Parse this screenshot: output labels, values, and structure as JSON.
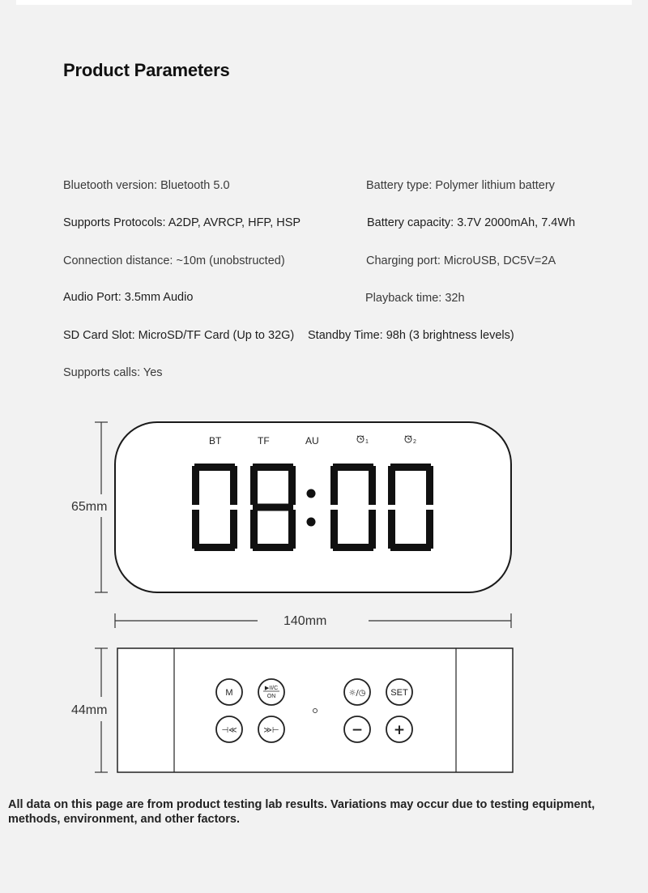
{
  "title": "Product Parameters",
  "params": {
    "bluetooth_version": "Bluetooth version: Bluetooth 5.0",
    "battery_type": "Battery type: Polymer lithium battery",
    "protocols": "Supports Protocols: A2DP, AVRCP, HFP, HSP",
    "battery_capacity": "Battery capacity: 3.7V 2000mAh, 7.4Wh",
    "connection_distance": "Connection distance: ~10m (unobstructed)",
    "charging_port": "Charging port: MicroUSB, DC5V=2A",
    "audio_port": "Audio Port: 3.5mm Audio",
    "playback_time": "Playback time: 32h",
    "sd_card": "SD Card Slot: MicroSD/TF Card (Up to 32G)",
    "standby_time": "Standby Time: 98h (3 brightness levels)",
    "calls": "Supports calls: Yes"
  },
  "front_view": {
    "height_label": "65mm",
    "width_label": "140mm",
    "indicators": [
      "BT",
      "TF",
      "AU"
    ],
    "alarm_icons": [
      "alarm-1-icon",
      "alarm-2-icon"
    ],
    "time_display": "08:00"
  },
  "top_view": {
    "height_label": "44mm",
    "buttons": {
      "mode": "M",
      "play_top": "▶II/C",
      "play_bottom": "ON",
      "prev": "⊣≪",
      "next": "≫⊢",
      "light": "☼/◷",
      "set": "SET",
      "minus": "−",
      "plus": "+"
    }
  },
  "footnote": "All data on this page are from product testing lab results. Variations may occur due to testing equipment, methods, environment, and other factors."
}
